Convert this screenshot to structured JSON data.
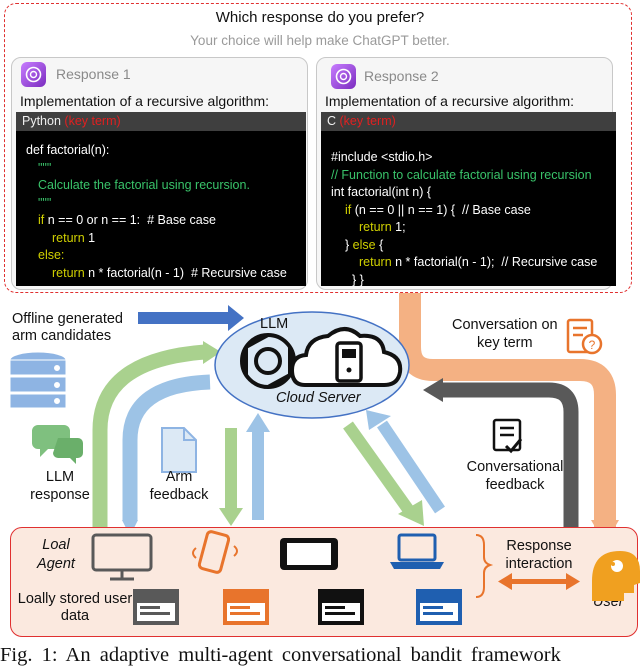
{
  "survey": {
    "question": "Which response do you prefer?",
    "subtitle": "Your choice will help make ChatGPT better."
  },
  "responses": [
    {
      "title": "Response 1",
      "prompt": "Implementation of a recursive algorithm:",
      "language": "Python",
      "key_term": "(key term)",
      "code_lines": [
        "def factorial(n):",
        "\"\"\"",
        "Calculate the factorial using recursion.",
        "\"\"\"",
        "if n == 0 or n == 1:  # Base case",
        "return 1",
        "else:",
        "return n * factorial(n - 1)  # Recursive case"
      ]
    },
    {
      "title": "Response 2",
      "prompt": "Implementation of a recursive algorithm:",
      "language": "C",
      "key_term": "(key term)",
      "code_lines": [
        "#include <stdio.h>",
        "// Function to calculate factorial using recursion",
        "int factorial(int n) {",
        "if (n == 0 || n == 1) {  // Base case",
        "return 1;",
        "} else {",
        "return n * factorial(n - 1);  // Recursive case",
        "}",
        "}"
      ]
    }
  ],
  "labels": {
    "offline": "Offline generated\narm candidates",
    "llm": "LLM",
    "cloud_server": "Cloud Server",
    "conversation_key_term": "Conversation on\nkey term",
    "llm_response": "LLM\nresponse",
    "arm_feedback": "Arm\nfeedback",
    "conversational_feedback": "Conversational\nfeedback",
    "local_agent": "Loal\nAgent",
    "local_data": "Loally stored user\ndata",
    "response_interaction": "Response\ninteraction",
    "user": "User"
  },
  "caption": "Fig. 1: An adaptive multi-agent conversational bandit framework",
  "colors": {
    "green": "#a9d18e",
    "blue": "#9dc3e6",
    "orange": "#f4b183",
    "dark_blue": "#4472c4",
    "gray_arrow": "#595959",
    "orange_icon": "#e8742c"
  },
  "icons": [
    "chatgpt-logo-icon",
    "cloud-server-icon",
    "database-icon",
    "chat-bubbles-icon",
    "document-icon",
    "checklist-icon",
    "key-term-document-icon",
    "monitor-icon",
    "phone-icon",
    "tablet-icon",
    "laptop-icon",
    "clapperboard-icon",
    "user-head-icon"
  ]
}
